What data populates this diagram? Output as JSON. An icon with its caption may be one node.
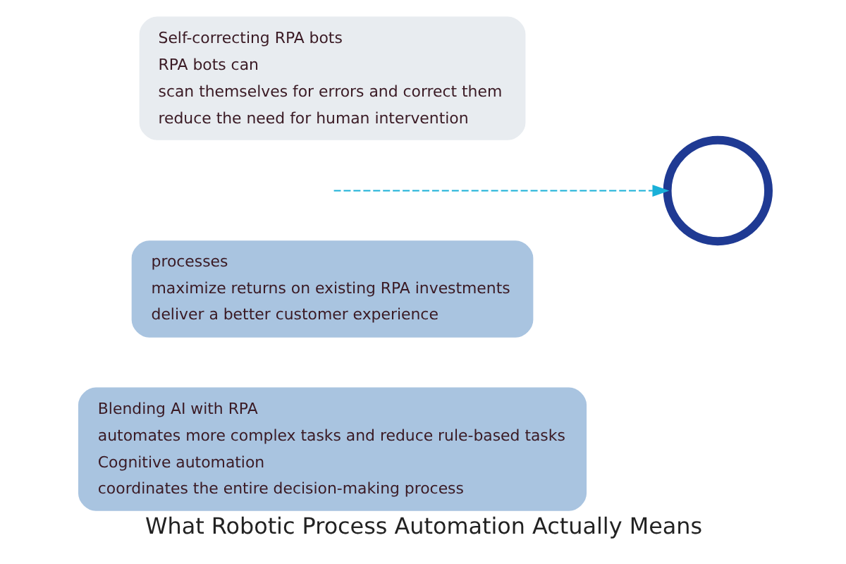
{
  "diagram": {
    "caption": "What Robotic Process Automation Actually Means",
    "nodes": [
      {
        "text": [
          "Blending AI with RPA",
          "automates more complex tasks and reduce rule-based tasks",
          "Cognitive automation",
          "coordinates the entire decision-making process"
        ]
      },
      {
        "text": [
          "processes",
          "maximize returns on existing RPA investments",
          "deliver a better customer experience"
        ]
      },
      {
        "text": [],
        "shape": "circle"
      },
      {
        "text": [
          "Self-correcting RPA bots",
          "RPA bots can",
          "scan themselves for errors and correct them",
          "reduce the need for human intervention"
        ]
      }
    ],
    "edges": [
      {
        "from": null,
        "to": 2,
        "arrow": "to",
        "style": "dashed"
      }
    ]
  }
}
